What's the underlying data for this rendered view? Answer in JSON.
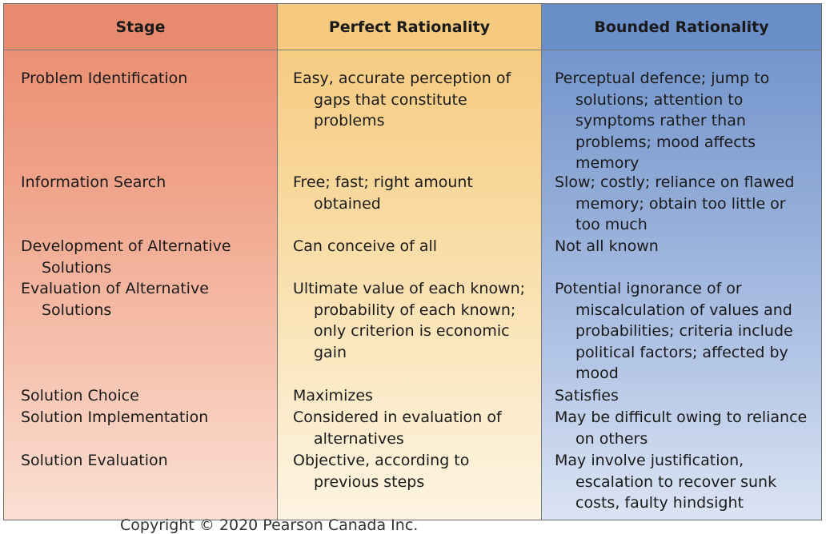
{
  "headers": {
    "stage": "Stage",
    "perfect": "Perfect Rationality",
    "bounded": "Bounded Rationality"
  },
  "rows": [
    {
      "stage": "Problem Identification",
      "perfect": "Easy, accurate perception of gaps that constitute problems",
      "bounded": "Perceptual defence; jump to solutions; attention to symptoms rather than problems; mood affects memory"
    },
    {
      "stage": "Information Search",
      "perfect": "Free; fast; right amount obtained",
      "bounded": "Slow; costly; reliance on flawed memory; obtain too little or too much"
    },
    {
      "stage": "Development of Alternative Solutions",
      "perfect": "Can conceive of all",
      "bounded": "Not all known"
    },
    {
      "stage": "Evaluation of Alternative Solutions",
      "perfect": "Ultimate value of each known; probability of each known; only criterion is economic gain",
      "bounded": "Potential ignorance of or miscalculation of values and probabilities; criteria include political factors; affected by mood"
    },
    {
      "stage": "Solution Choice",
      "perfect": "Maximizes",
      "bounded": "Satisfies"
    },
    {
      "stage": "Solution Implementation",
      "perfect": "Considered in evaluation of alternatives",
      "bounded": "May be difficult owing to reliance on others"
    },
    {
      "stage": "Solution Evaluation",
      "perfect": "Objective, according to previous steps",
      "bounded": "May involve justification, escalation to recover sunk costs, faulty hindsight"
    }
  ],
  "footer": {
    "copyright": "Copyright © 2020 Pearson Canada Inc."
  },
  "colors": {
    "stage_header": "#e88a6d",
    "perfect_header": "#f5ca7e",
    "bounded_header": "#6a8ec8"
  }
}
